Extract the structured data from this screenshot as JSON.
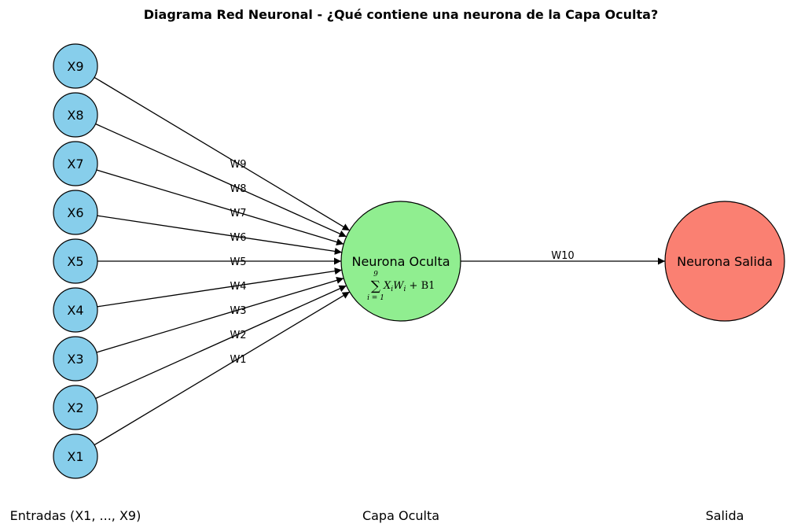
{
  "title": "Diagrama Red Neuronal - ¿Qué contiene una neurona de la Capa Oculta?",
  "colors": {
    "input_fill": "#87CEEB",
    "hidden_fill": "#90EE90",
    "output_fill": "#FA8072",
    "stroke": "#000000"
  },
  "inputs": [
    {
      "label": "X9",
      "weight": "W9"
    },
    {
      "label": "X8",
      "weight": "W8"
    },
    {
      "label": "X7",
      "weight": "W7"
    },
    {
      "label": "X6",
      "weight": "W6"
    },
    {
      "label": "X5",
      "weight": "W5"
    },
    {
      "label": "X4",
      "weight": "W4"
    },
    {
      "label": "X3",
      "weight": "W3"
    },
    {
      "label": "X2",
      "weight": "W2"
    },
    {
      "label": "X1",
      "weight": "W1"
    }
  ],
  "hidden": {
    "label": "Neurona Oculta",
    "formula": {
      "sigma": "∑",
      "upper": "9",
      "lower": "i = 1",
      "body": "X_i W_i + B1"
    }
  },
  "output": {
    "label": "Neurona Salida",
    "weight": "W10"
  },
  "sections": {
    "inputs": "Entradas (X1, ..., X9)",
    "hidden": "Capa Oculta",
    "output": "Salida"
  }
}
